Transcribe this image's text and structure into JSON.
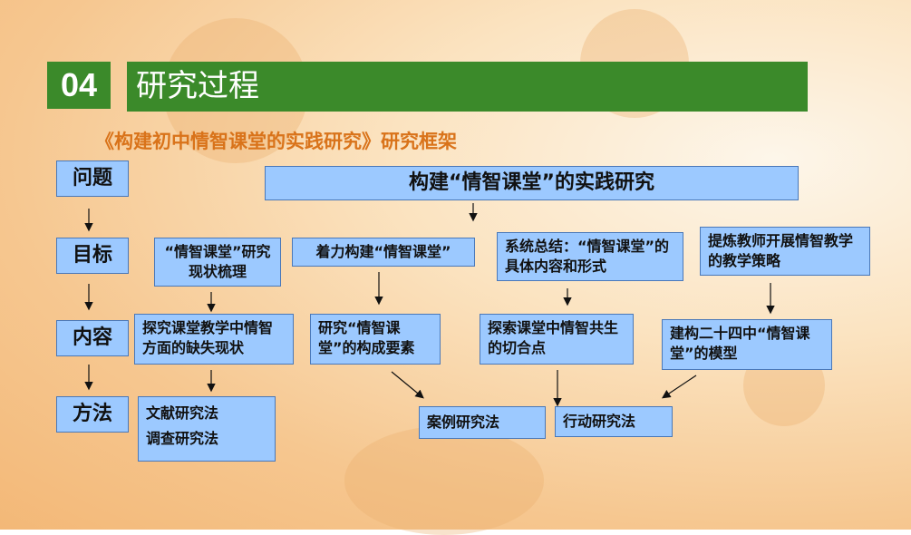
{
  "header": {
    "number": "04",
    "title": "研究过程"
  },
  "subtitle": "《构建初中情智课堂的实践研究》研究框架",
  "labels": {
    "question": "问题",
    "goal": "目标",
    "content": "内容",
    "method": "方法"
  },
  "main_topic": "构建“情智课堂”的实践研究",
  "goals": {
    "g1": "“情智课堂”研究现状梳理",
    "g2": "着力构建“情智课堂”",
    "g3": "系统总结：“情智课堂”的具体内容和形式",
    "g4": "提炼教师开展情智教学的教学策略"
  },
  "contents": {
    "c1": "探究课堂教学中情智方面的缺失现状",
    "c2": "研究“情智课堂”的构成要素",
    "c3": "探索课堂中情智共生的切合点",
    "c4": "建构二十四中“情智课堂”的模型"
  },
  "methods": {
    "m1a": "文献研究法",
    "m1b": "调查研究法",
    "m2": "案例研究法",
    "m3": "行动研究法"
  }
}
